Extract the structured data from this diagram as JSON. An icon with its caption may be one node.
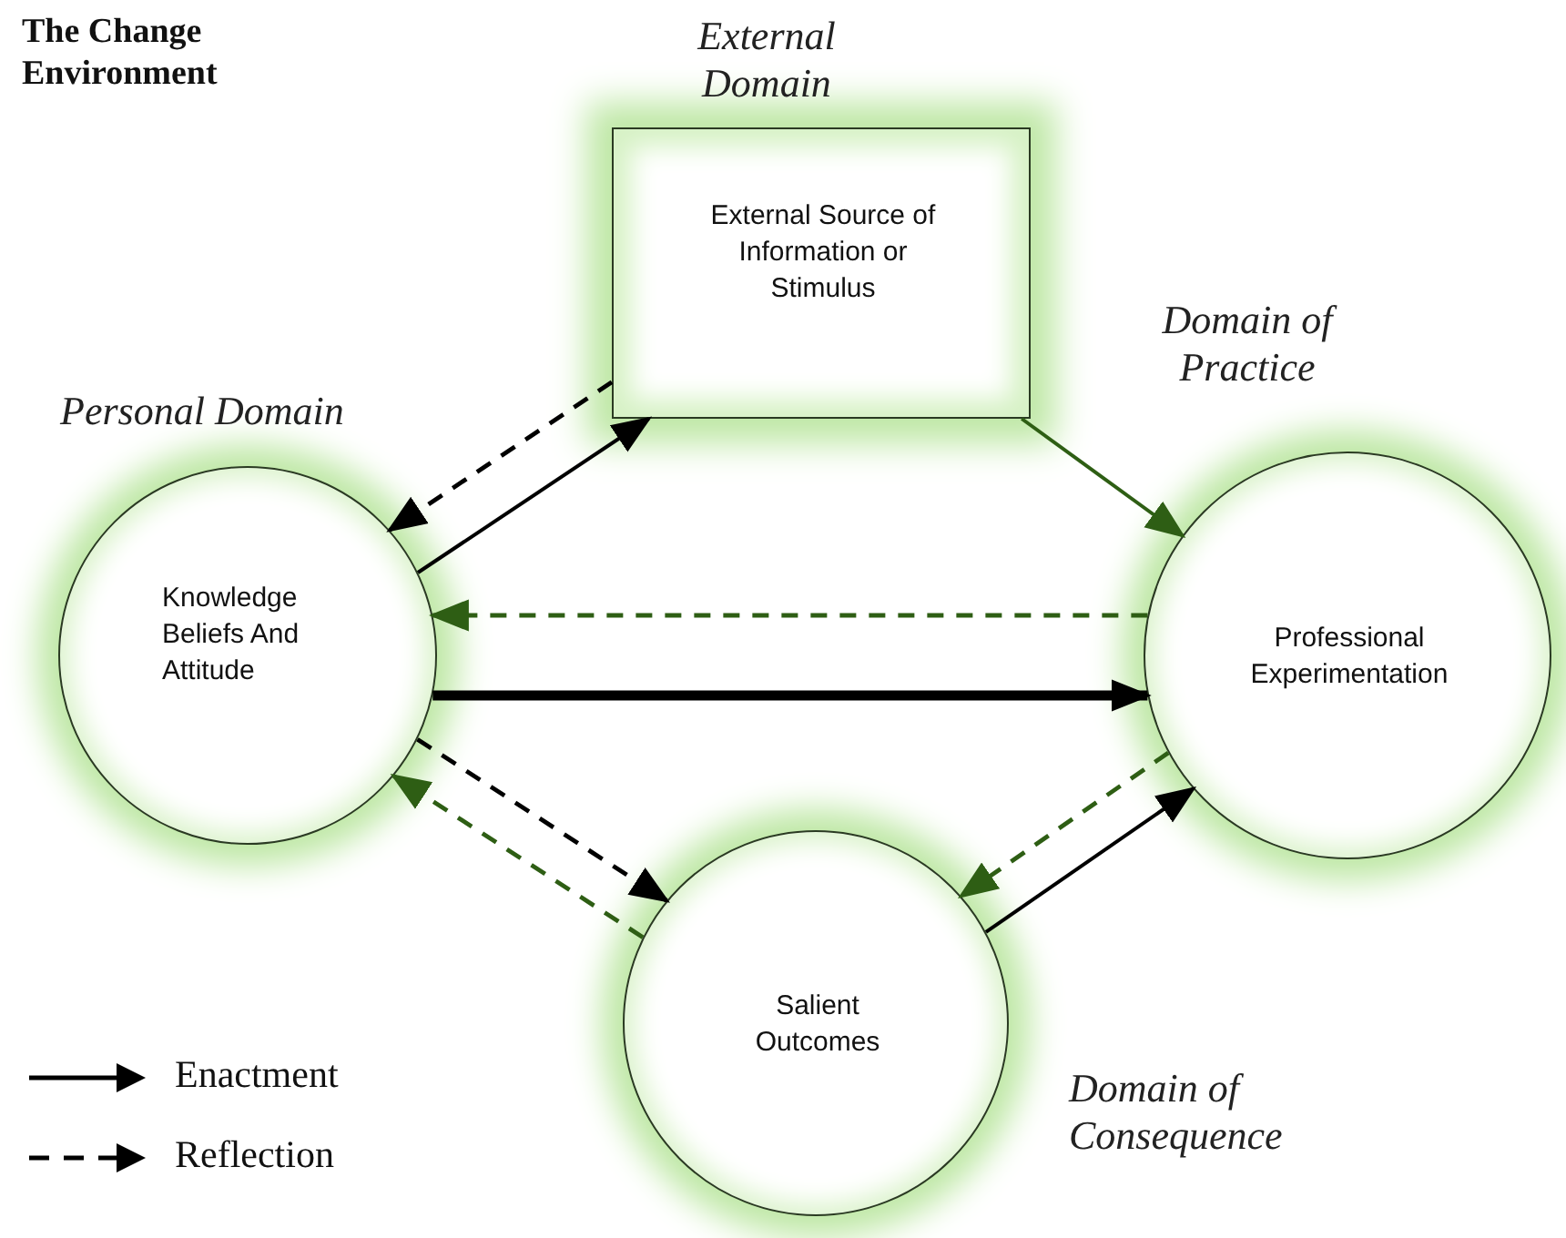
{
  "diagram": {
    "title": "The Change Environment",
    "nodes": [
      {
        "text": [
          "External Domain",
          "External Source of Information or Stimulus"
        ]
      },
      {
        "text": [
          "Personal Domain",
          "Knowledge Beliefs And Attitude"
        ]
      },
      {
        "text": [
          "Domain of Practice",
          "Professional Experimentation"
        ]
      },
      {
        "text": [
          "Domain of Consequence",
          "Salient Outcomes"
        ]
      }
    ],
    "edges": [
      {
        "from": 0,
        "to": 1,
        "arrow": "to",
        "style": "dashed"
      },
      {
        "from": 1,
        "to": 0,
        "arrow": "to"
      },
      {
        "from": 0,
        "to": 2,
        "arrow": "to",
        "color": "#2e5e14"
      },
      {
        "from": 2,
        "to": 1,
        "arrow": "to",
        "style": "dashed",
        "color": "#2e5e14"
      },
      {
        "from": 1,
        "to": 2,
        "arrow": "to",
        "style": "thick"
      },
      {
        "from": 1,
        "to": 3,
        "arrow": "to",
        "style": "dashed"
      },
      {
        "from": 3,
        "to": 1,
        "arrow": "to",
        "style": "dashed",
        "color": "#2e5e14"
      },
      {
        "from": 2,
        "to": 3,
        "arrow": "to",
        "style": "dashed",
        "color": "#2e5e14"
      },
      {
        "from": 3,
        "to": 2,
        "arrow": "to"
      }
    ],
    "legend": [
      {
        "text": "Enactment"
      },
      {
        "text": "Reflection"
      }
    ]
  }
}
